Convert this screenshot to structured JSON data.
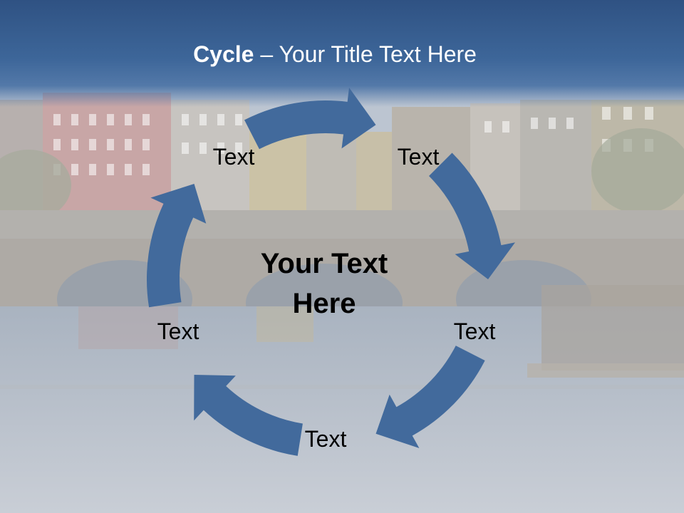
{
  "title": {
    "bold": "Cycle",
    "rest": " – Your Title Text Here"
  },
  "center": {
    "line1": "Your Text",
    "line2": "Here"
  },
  "nodes": [
    "Text",
    "Text",
    "Text",
    "Text",
    "Text"
  ],
  "colors": {
    "arrow": "#426a9c",
    "title_bar": "#3a6497",
    "text": "#000000"
  }
}
